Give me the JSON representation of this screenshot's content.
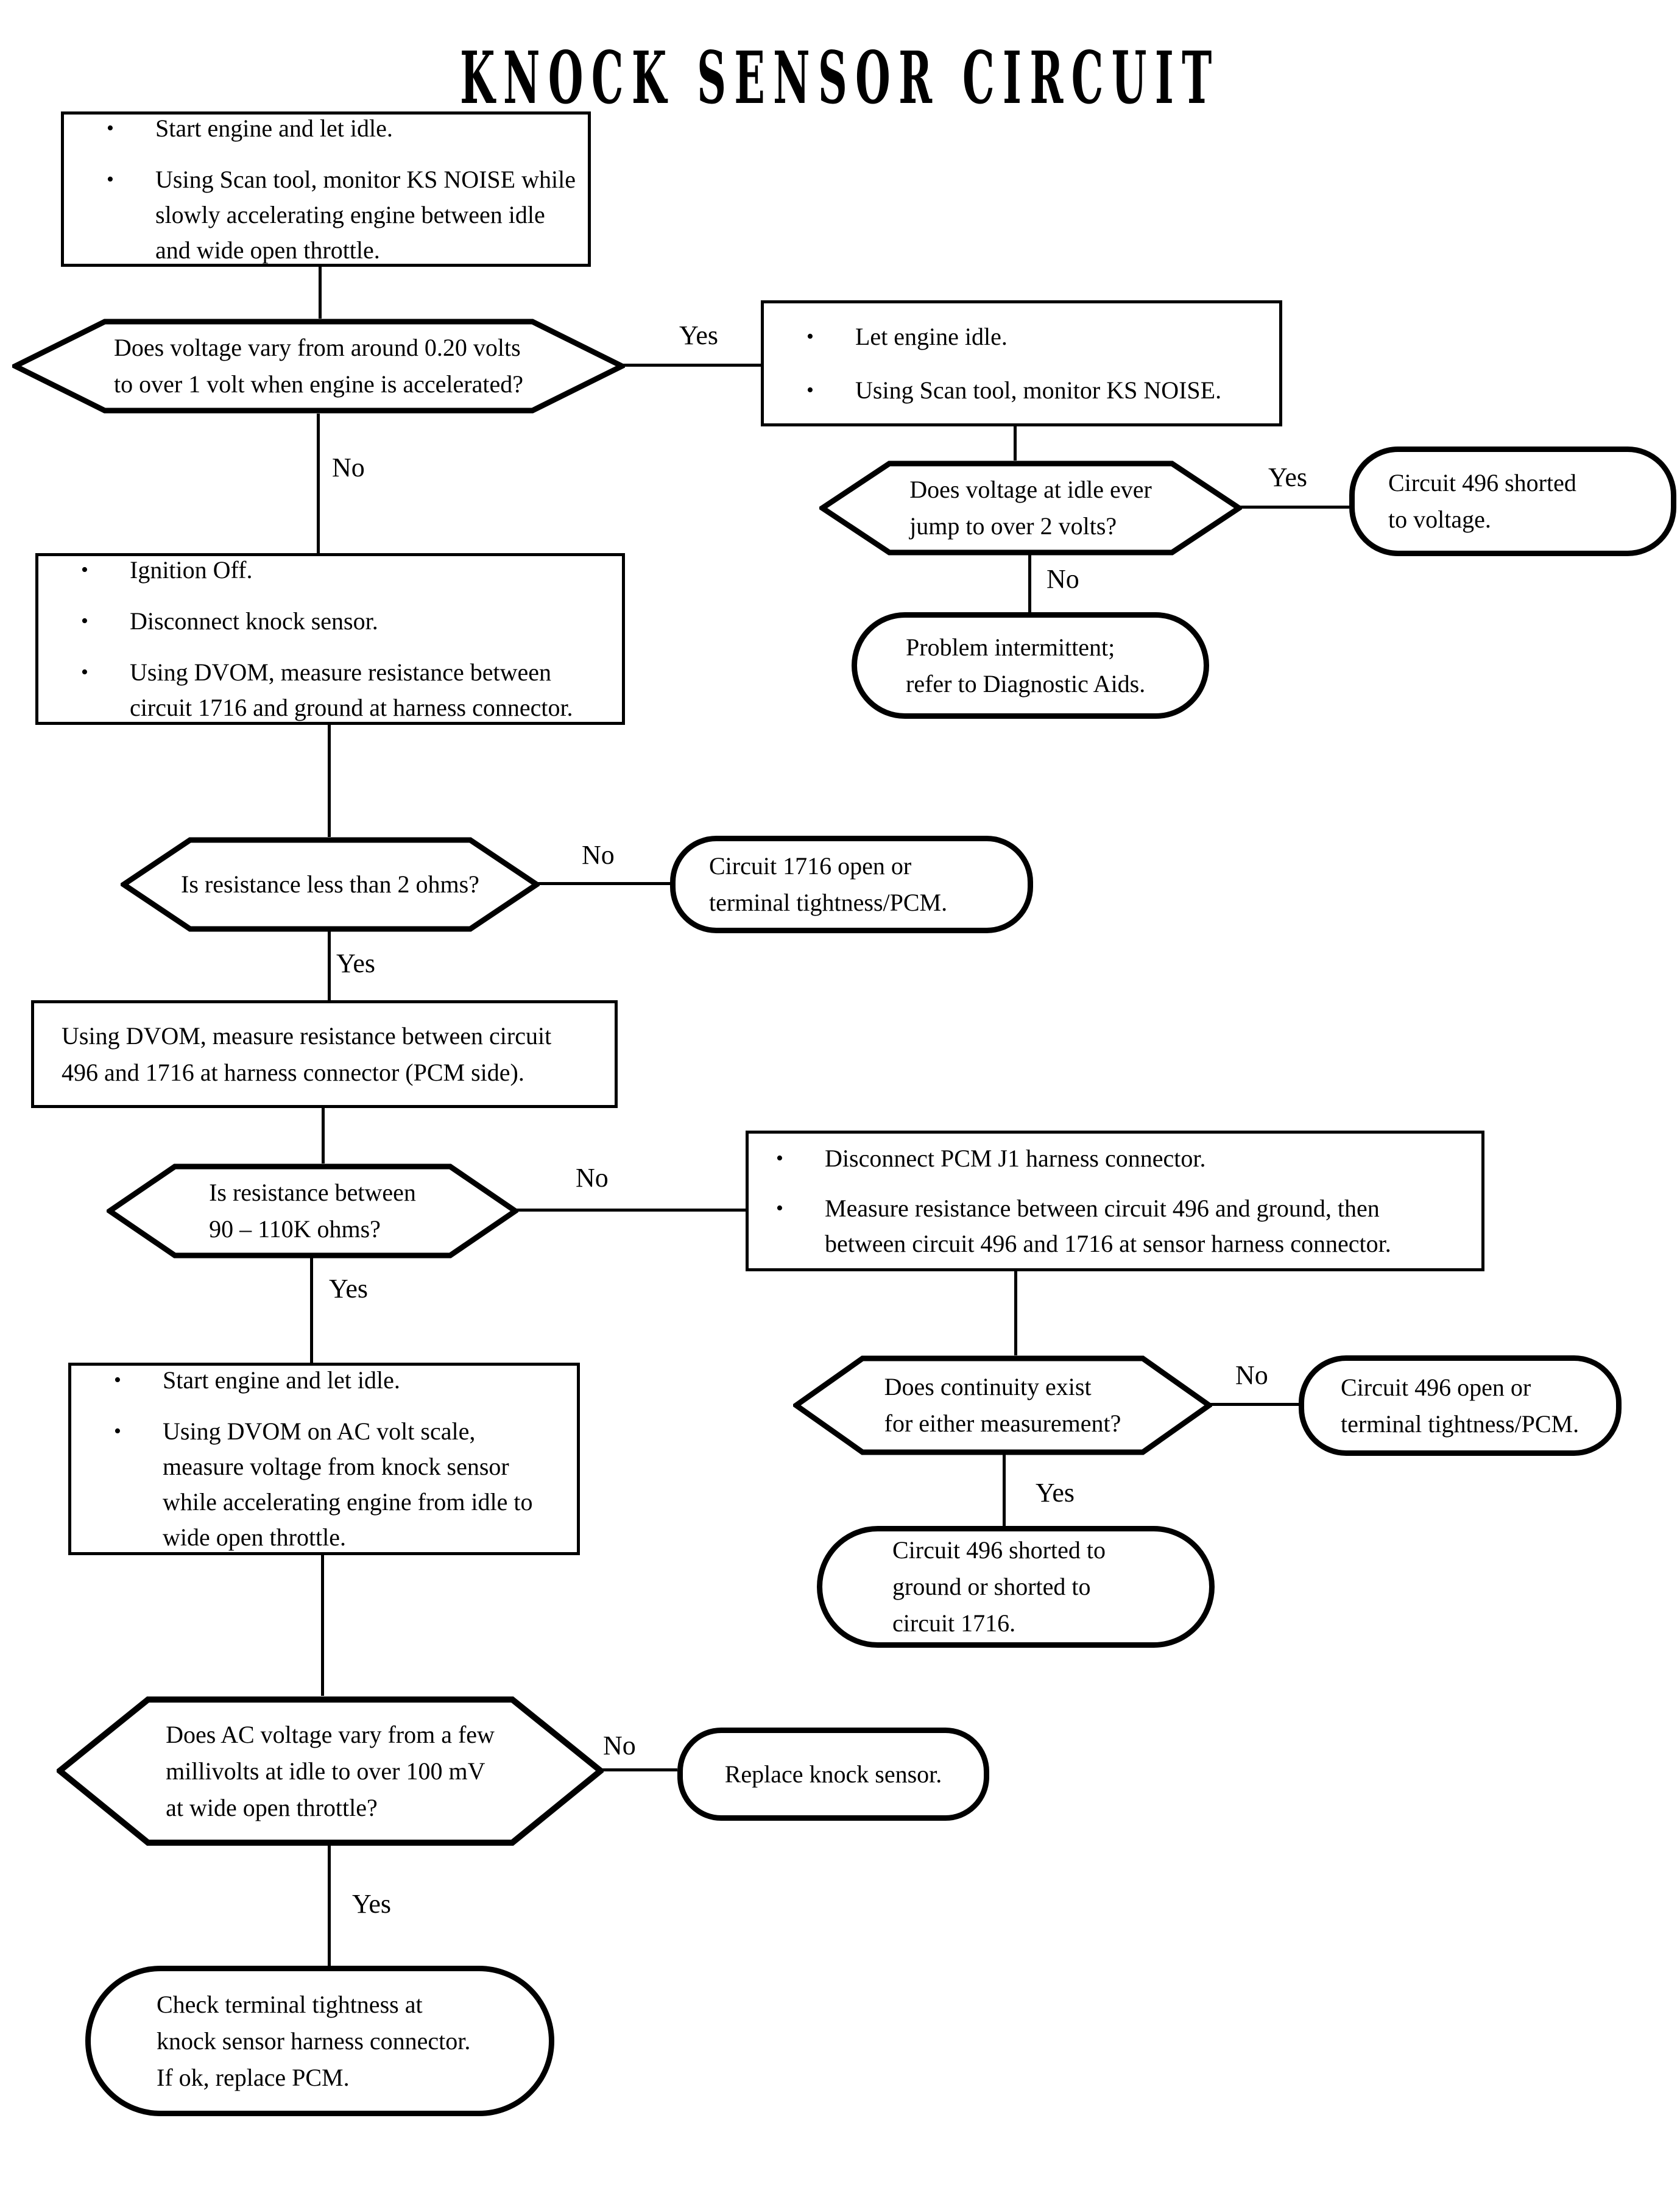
{
  "title": "KNOCK SENSOR CIRCUIT",
  "labels": {
    "yes": "Yes",
    "no": "No",
    "bullet": "•"
  },
  "nodes": {
    "start": {
      "bullets": [
        "Start engine and let idle.",
        "Using Scan tool, monitor KS NOISE while slowly accelerating engine between idle and wide open throttle."
      ]
    },
    "q_voltage_vary": {
      "lines": [
        "Does voltage vary from around 0.20 volts",
        "to over 1 volt when engine is accelerated?"
      ]
    },
    "idle_monitor": {
      "bullets": [
        "Let engine idle.",
        "Using Scan tool, monitor KS NOISE."
      ]
    },
    "q_idle_jump": {
      "lines": [
        "Does voltage at idle ever",
        "jump to over 2 volts?"
      ]
    },
    "shorted_voltage": {
      "lines": [
        "Circuit 496 shorted",
        "to voltage."
      ]
    },
    "intermittent": {
      "lines": [
        "Problem intermittent;",
        "refer to Diagnostic Aids."
      ]
    },
    "ignition_off": {
      "bullets": [
        "Ignition Off.",
        "Disconnect knock sensor.",
        "Using DVOM, measure resistance between circuit 1716 and ground at harness connector."
      ]
    },
    "q_resistance_2ohms": {
      "lines": [
        "Is resistance less than 2 ohms?"
      ]
    },
    "open_1716": {
      "lines": [
        "Circuit 1716 open or",
        "terminal tightness/PCM."
      ]
    },
    "measure_496_1716": {
      "lines": [
        "Using DVOM, measure resistance between circuit",
        "496 and 1716 at harness connector (PCM side)."
      ]
    },
    "q_resistance_90_110k": {
      "lines": [
        "Is resistance between",
        "90 – 110K ohms?"
      ]
    },
    "disconnect_pcm": {
      "bullets": [
        "Disconnect PCM J1 harness connector.",
        "Measure resistance between circuit 496 and ground, then between circuit 496 and 1716 at sensor harness connector."
      ]
    },
    "start_ac_volt": {
      "bullets": [
        "Start engine and let idle.",
        "Using DVOM on AC volt scale, measure voltage from knock sensor while accelerating engine from idle to wide open throttle."
      ]
    },
    "q_continuity": {
      "lines": [
        "Does continuity exist",
        "for either measurement?"
      ]
    },
    "open_496": {
      "lines": [
        "Circuit 496 open or",
        "terminal tightness/PCM."
      ]
    },
    "shorted_ground": {
      "lines": [
        "Circuit 496 shorted to",
        "ground or shorted to",
        "circuit 1716."
      ]
    },
    "q_ac_voltage": {
      "lines": [
        "Does AC voltage vary from a few",
        "millivolts at idle to over 100 mV",
        "at wide open throttle?"
      ]
    },
    "replace_sensor": {
      "lines": [
        "Replace knock sensor."
      ]
    },
    "check_terminal": {
      "lines": [
        "Check terminal tightness at",
        "knock sensor harness connector.",
        "If ok, replace PCM."
      ]
    }
  }
}
